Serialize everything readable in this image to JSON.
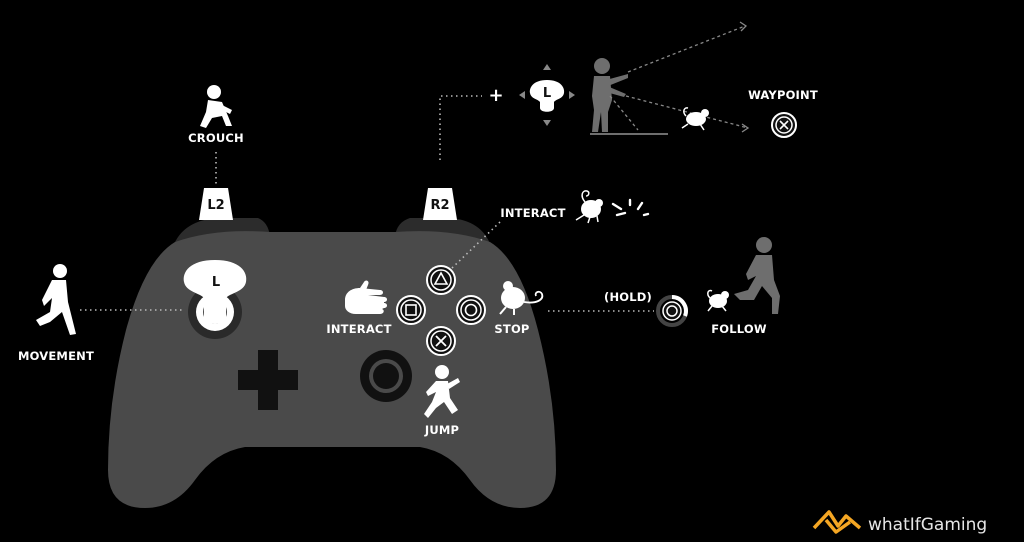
{
  "labels": {
    "crouch": "CROUCH",
    "movement": "MOVEMENT",
    "interact_hand": "INTERACT",
    "stop": "STOP",
    "jump": "JUMP",
    "interact_creature": "INTERACT",
    "waypoint": "WAYPOINT",
    "hold": "(HOLD)",
    "follow": "FOLLOW"
  },
  "buttons": {
    "l2": "L2",
    "r2": "R2",
    "left_stick": "L",
    "aim_stick": "L",
    "plus": "+"
  },
  "brand": {
    "name": "whatIfGaming",
    "accent": "#f5a623"
  },
  "colors": {
    "controller_body": "#4a4a4a",
    "bumper": "#2c2c2c",
    "silhouette_gray": "#6e6e6e"
  }
}
